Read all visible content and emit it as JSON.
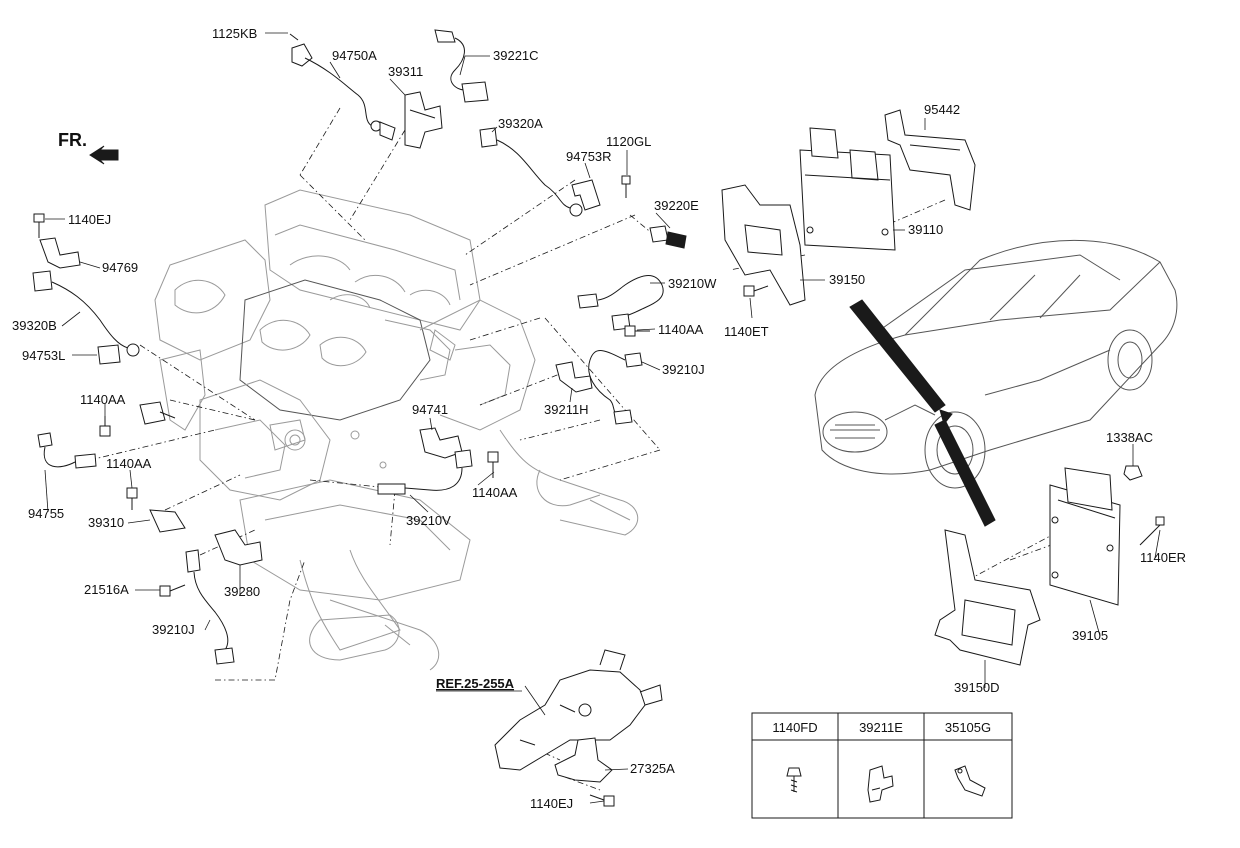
{
  "front_indicator": "FR.",
  "reference_label": "REF.25-255A",
  "part_labels": {
    "p1125KB": "1125KB",
    "p94750A": "94750A",
    "p39311": "39311",
    "p39221C": "39221C",
    "p39320A": "39320A",
    "p1120GL": "1120GL",
    "p94753R": "94753R",
    "p39220E": "39220E",
    "p95442": "95442",
    "p39110": "39110",
    "p39150": "39150",
    "p1140ET": "1140ET",
    "p39210W": "39210W",
    "p1140AA_a": "1140AA",
    "p39210J_a": "39210J",
    "p39211H": "39211H",
    "p94741": "94741",
    "p1140AA_b": "1140AA",
    "p39210V": "39210V",
    "p1140EJ_a": "1140EJ",
    "p94769": "94769",
    "p39320B": "39320B",
    "p94753L": "94753L",
    "p1140AA_c": "1140AA",
    "p1140AA_d": "1140AA",
    "p94755": "94755",
    "p39310": "39310",
    "p21516A": "21516A",
    "p39280": "39280",
    "p39210J_b": "39210J",
    "p1338AC": "1338AC",
    "p1140ER": "1140ER",
    "p39105": "39105",
    "p39150D": "39150D",
    "p27325A": "27325A",
    "p1140EJ_b": "1140EJ"
  },
  "legend_table": {
    "headers": [
      "1140FD",
      "39211E",
      "35105G"
    ]
  }
}
